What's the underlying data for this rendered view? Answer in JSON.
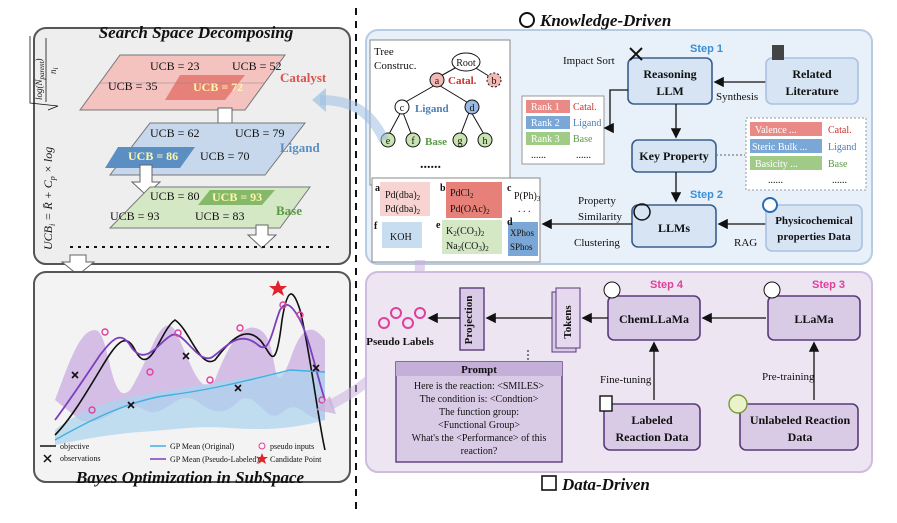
{
  "left": {
    "top_title": "Search Space Decomposing",
    "bottom_title": "Bayes Optimization in SubSpace",
    "formula": "UCB_i = R̄_i + C_p × log √( log(N_parent) / n_i )",
    "formula_lhs": "UCB",
    "formula_rest": " = R̄ + C",
    "formula_log": " × log",
    "formula_num": "log(N",
    "formula_parent": "parent",
    "formula_den": "n",
    "formula_sub_i": "i",
    "formula_sub_p": "p",
    "catalyst": {
      "label": "Catalyst",
      "ucb": [
        "UCB = 23",
        "UCB = 52",
        "UCB = 35",
        "UCB = 72"
      ]
    },
    "ligand": {
      "label": "Ligand",
      "ucb": [
        "UCB = 62",
        "UCB = 79",
        "UCB = 86",
        "UCB = 70"
      ]
    },
    "base": {
      "label": "Base",
      "ucb": [
        "UCB = 80",
        "UCB = 93",
        "UCB = 93",
        "UCB = 83"
      ]
    },
    "legend": [
      "objective",
      "GP Mean (Original)",
      "pseudo inputs",
      "observations",
      "GP Mean (Pseudo-Labeled)",
      "Candidate Point"
    ]
  },
  "knowledge": {
    "title": "Knowledge-Driven",
    "tree_label_1": "Tree",
    "tree_label_2": "Construc.",
    "root": "Root",
    "nodes": {
      "a": "a",
      "b": "b",
      "c": "c",
      "d": "d",
      "e": "e",
      "f": "f",
      "g": "g",
      "h": "h"
    },
    "node_labels": {
      "catal": "Catal.",
      "ligand": "Ligand",
      "base": "Base"
    },
    "ellipsis": "......",
    "impact_sort": "Impact Sort",
    "rank_table": [
      [
        "Rank 1",
        "Catal."
      ],
      [
        "Rank 2",
        "Ligand"
      ],
      [
        "Rank 3",
        "Base"
      ],
      [
        "......",
        "......"
      ]
    ],
    "step1": "Step 1",
    "step2": "Step 2",
    "reasoning_llm": [
      "Reasoning",
      "LLM"
    ],
    "synthesis": "Synthesis",
    "related_literature": [
      "Related",
      "Literature"
    ],
    "key_property": "Key Property",
    "property_table": [
      [
        "Valence ...",
        "Catal."
      ],
      [
        "Steric Bulk ...",
        "Ligand"
      ],
      [
        "Basicity ...",
        "Base"
      ],
      [
        "......",
        "......"
      ]
    ],
    "llms": "LLMs",
    "rag": "RAG",
    "physico": [
      "Physicochemical",
      "properties Data"
    ],
    "property_similarity": [
      "Property",
      "Similarity"
    ],
    "clustering": "Clustering",
    "chem": {
      "a": [
        "Pd(dba)",
        "Pd(dba)"
      ],
      "b": [
        "PdCl",
        "Pd(OAc)"
      ],
      "c": "P(Ph)",
      "c_dots": ". . .",
      "d": [
        "XPhos",
        "SPhos"
      ],
      "e": [
        "K",
        "CO",
        "Na"
      ],
      "f": "KOH",
      "sub": {
        "two": "2",
        "three": "3"
      },
      "paren": {
        "open": "(",
        "close": ")"
      },
      "letters": {
        "a": "a",
        "b": "b",
        "c": "c",
        "d": "d",
        "e": "e",
        "f": "f"
      }
    }
  },
  "data": {
    "title": "Data-Driven",
    "step3": "Step 3",
    "step4": "Step 4",
    "chemllama": "ChemLLaMa",
    "llama": "LLaMa",
    "pretraining": "Pre-training",
    "finetuning": "Fine-tuning",
    "labeled": [
      "Labeled",
      "Reaction Data"
    ],
    "unlabeled": [
      "Unlabeled  Reaction",
      "Data"
    ],
    "tokens": "Tokens",
    "projection": "Projection",
    "pseudo_labels": "Pseudo Labels",
    "prompt_title": "Prompt",
    "prompt_lines": [
      "Here is the reaction: <SMILES>",
      "The  condition is:  <Condtion>",
      "The function group:",
      "<Functional Group>",
      "What's the <Performance> of this",
      "reaction?"
    ]
  },
  "colors": {
    "catalyst": "#e88a86",
    "ligand": "#5b8fc4",
    "base": "#86b86a",
    "knowledge_bg": "#e6eef8",
    "data_bg": "#ece4f1",
    "step": "#3a8fd6",
    "step_data": "#e0409a"
  }
}
